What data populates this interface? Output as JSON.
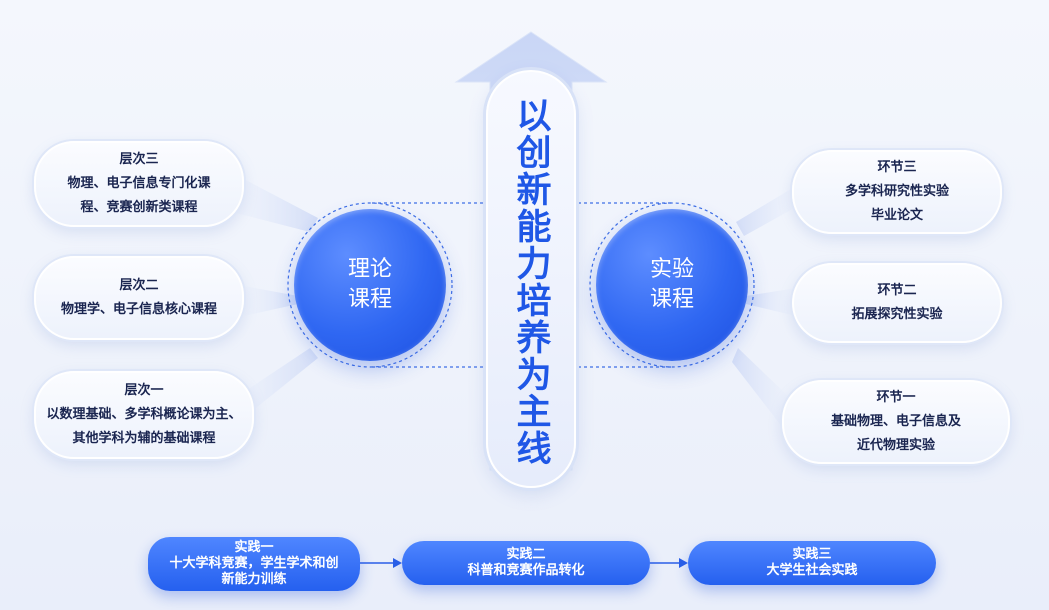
{
  "spine": {
    "title": "以创新能力培养为主线"
  },
  "theory": {
    "label": "理论\n课程",
    "levels": [
      {
        "lines": [
          "层次三",
          "物理、电子信息专门化课",
          "程、竞赛创新类课程"
        ]
      },
      {
        "lines": [
          "层次二",
          "物理学、电子信息核心课程"
        ]
      },
      {
        "lines": [
          "层次一",
          "以数理基础、多学科概论课为主、",
          "其他学科为辅的基础课程"
        ]
      }
    ]
  },
  "experiment": {
    "label": "实验\n课程",
    "stages": [
      {
        "lines": [
          "环节三",
          "多学科研究性实验",
          "毕业论文"
        ]
      },
      {
        "lines": [
          "环节二",
          "拓展探究性实验"
        ]
      },
      {
        "lines": [
          "环节一",
          "基础物理、电子信息及",
          "近代物理实验"
        ]
      }
    ]
  },
  "practice": [
    {
      "lines": [
        "实践一",
        "十大学科竞赛，学生学术和创",
        "新能力训练"
      ]
    },
    {
      "lines": [
        "实践二",
        "科普和竞赛作品转化"
      ]
    },
    {
      "lines": [
        "实践三",
        "大学生社会实践"
      ]
    }
  ],
  "colors": {
    "accent": "#1f57e6",
    "circle": "#2f67f2",
    "bar": "#2560ef",
    "text_dark": "#1a2550"
  }
}
